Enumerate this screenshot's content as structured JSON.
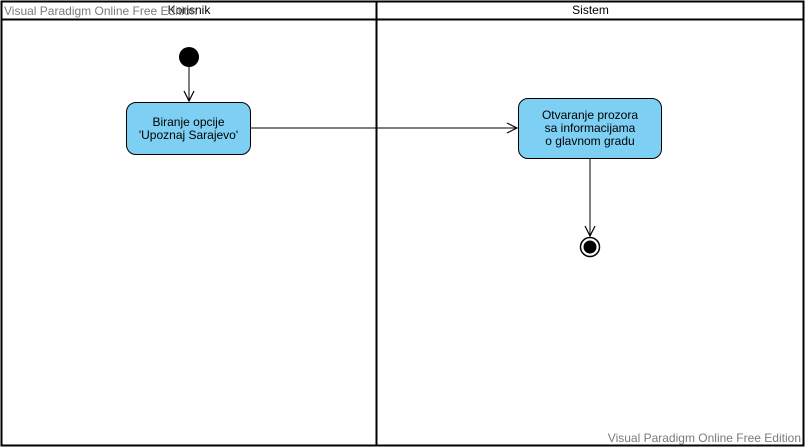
{
  "watermark": {
    "top": "Visual Paradigm Online Free Edition",
    "bottom": "Visual Paradigm Online Free Edition"
  },
  "lanes": [
    {
      "name": "Korisnik"
    },
    {
      "name": "Sistem"
    }
  ],
  "actions": {
    "select_option": "Biranje opcije\n'Upoznaj Sarajevo'",
    "open_window": "Otvaranje prozora\nsa informacijama\no glavnom gradu"
  },
  "colors": {
    "action_fill": "#7dcff3",
    "line": "#000000"
  }
}
